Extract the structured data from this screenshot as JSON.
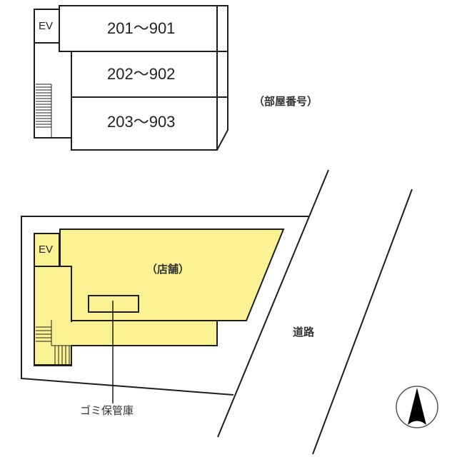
{
  "upper_floor": {
    "elevator_label": "EV",
    "units": [
      {
        "label": "201～901"
      },
      {
        "label": "202～902"
      },
      {
        "label": "203～903"
      }
    ],
    "caption": "（部屋番号）"
  },
  "ground_floor": {
    "elevator_label": "EV",
    "store_label": "（店舗）",
    "garbage_label": "ゴミ保管庫",
    "fill_color": "#fbf294",
    "stroke_color": "#1e1e1e"
  },
  "site": {
    "road_label": "道路"
  },
  "compass": {
    "direction": "north",
    "icon": "north-arrow-icon"
  }
}
